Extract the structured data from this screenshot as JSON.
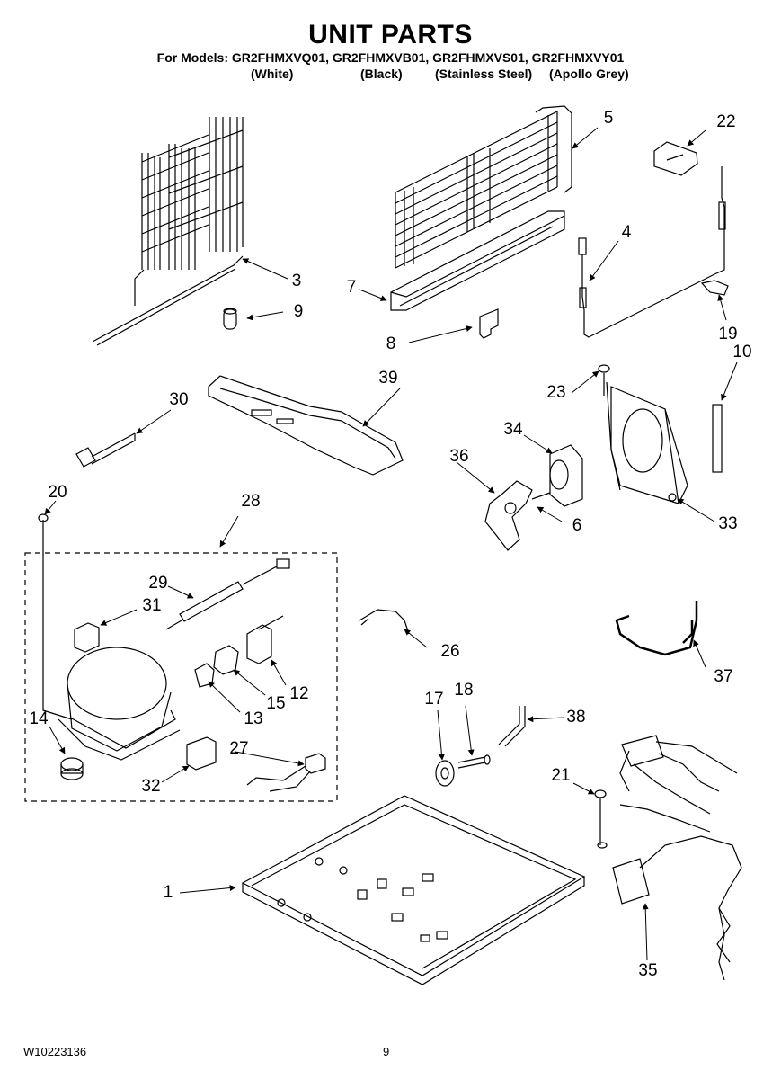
{
  "header": {
    "title": "UNIT PARTS",
    "models_line": "For Models: GR2FHMXVQ01, GR2FHMXVB01, GR2FHMXVS01, GR2FHMXVY01",
    "variants": [
      "(White)",
      "(Black)",
      "(Stainless Steel)",
      "(Apollo Grey)"
    ]
  },
  "callouts": [
    "1",
    "3",
    "4",
    "5",
    "6",
    "7",
    "8",
    "9",
    "10",
    "12",
    "13",
    "14",
    "15",
    "17",
    "18",
    "19",
    "20",
    "21",
    "22",
    "23",
    "26",
    "27",
    "28",
    "29",
    "30",
    "31",
    "32",
    "33",
    "34",
    "35",
    "36",
    "37",
    "38",
    "39"
  ],
  "footer": {
    "doc_number": "W10223136",
    "page_number": "9"
  }
}
